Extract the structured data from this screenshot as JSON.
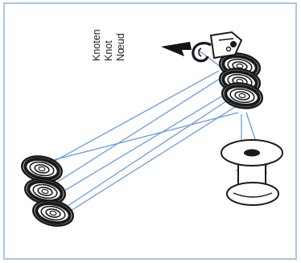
{
  "diagram": {
    "labels": {
      "line1": "Knoten",
      "line2": "Knot",
      "line3": "Nœud"
    },
    "colors": {
      "frame": "#8fb3d6",
      "rope": "#5d96dd",
      "ink": "#1a1a1a",
      "background": "#ffffff"
    }
  }
}
